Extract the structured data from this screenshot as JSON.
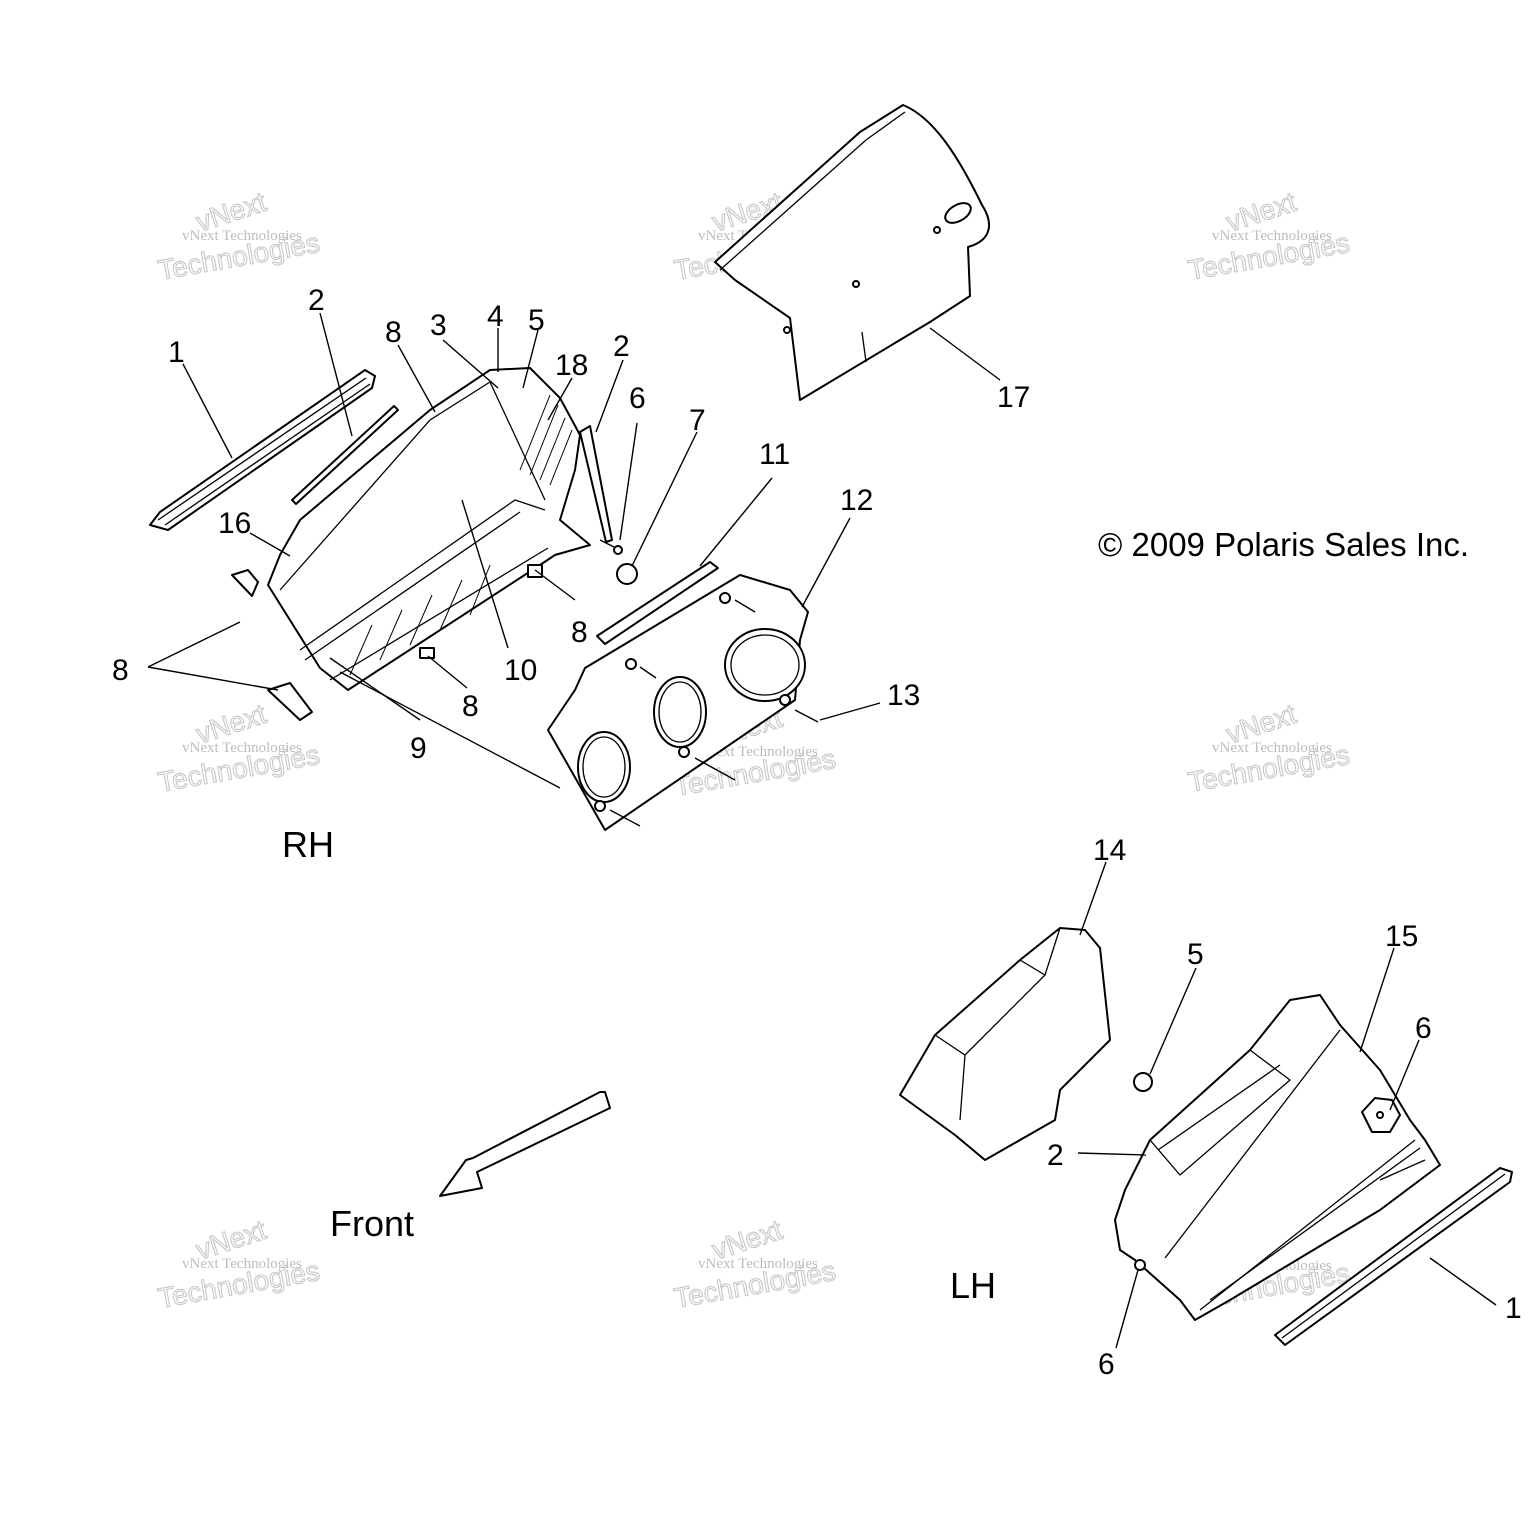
{
  "copyright": "© 2009 Polaris Sales Inc.",
  "views": {
    "rh": "RH",
    "lh": "LH"
  },
  "direction": {
    "front": "Front"
  },
  "watermark": {
    "line1": "vNext Technologies",
    "line2": "Technologies",
    "stamp": "vNext"
  },
  "callouts": {
    "rh": [
      "1",
      "2",
      "8",
      "3",
      "4",
      "5",
      "18",
      "2",
      "6",
      "7",
      "11",
      "12",
      "16",
      "8",
      "8",
      "10",
      "8",
      "9",
      "13"
    ],
    "top": [
      "17"
    ],
    "lh": [
      "14",
      "5",
      "15",
      "6",
      "2",
      "1",
      "6"
    ]
  }
}
